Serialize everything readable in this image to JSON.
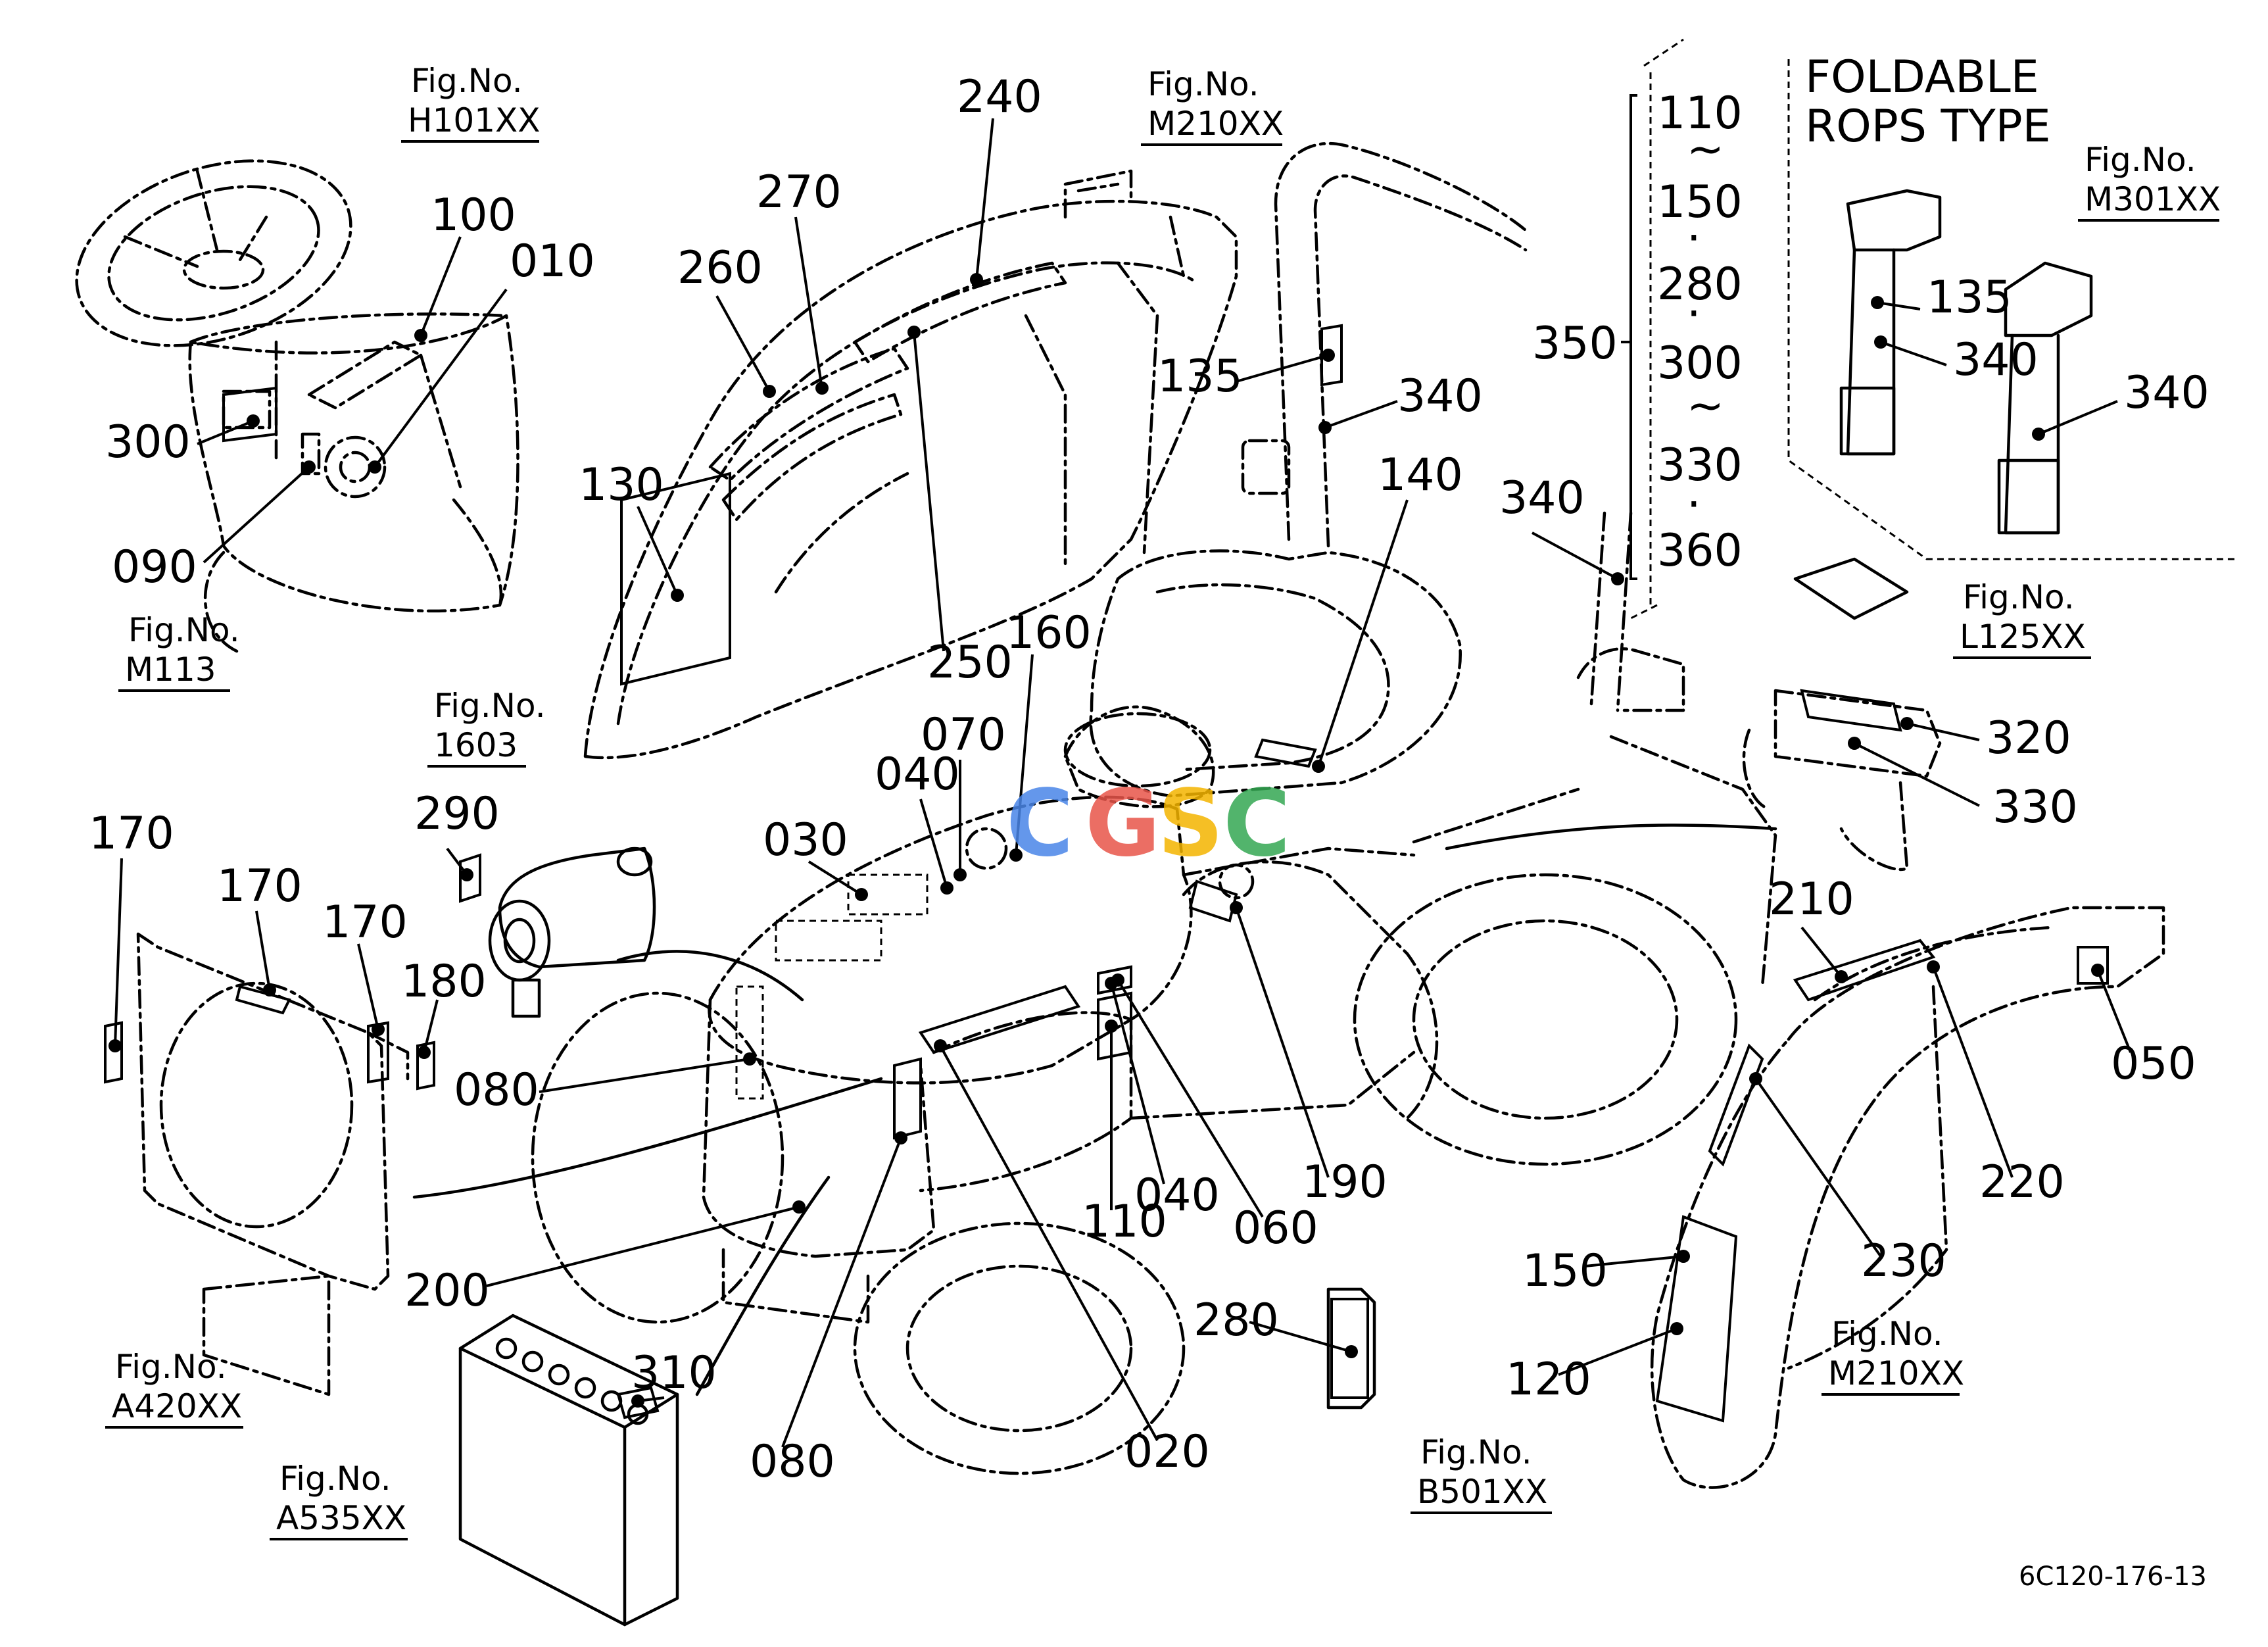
{
  "figure_refs": {
    "h101": {
      "prefix": "Fig.No.",
      "id": "H101XX"
    },
    "m210_top": {
      "prefix": "Fig.No.",
      "id": "M210XX"
    },
    "m301": {
      "prefix": "Fig.No.",
      "id": "M301XX"
    },
    "m113": {
      "prefix": "Fig.No.",
      "id": "M113"
    },
    "f1603": {
      "prefix": "Fig.No.",
      "id": "1603"
    },
    "l125": {
      "prefix": "Fig.No.",
      "id": "L125XX"
    },
    "a420": {
      "prefix": "Fig.No.",
      "id": "A420XX"
    },
    "a535": {
      "prefix": "Fig.No.",
      "id": "A535XX"
    },
    "b501": {
      "prefix": "Fig.No.",
      "id": "B501XX"
    },
    "m210_bottom": {
      "prefix": "Fig.No.",
      "id": "M210XX"
    }
  },
  "inset": {
    "title_line1": "FOLDABLE",
    "title_line2": "ROPS  TYPE"
  },
  "range_list": [
    "110",
    "~",
    "150",
    "·",
    "280",
    "·",
    "300",
    "~",
    "330",
    "·",
    "360"
  ],
  "range_label": "350",
  "watermark": {
    "letters": [
      "C",
      "G",
      "S",
      "C"
    ],
    "colors": [
      "#4a86e8",
      "#e8554a",
      "#f4b400",
      "#34a853"
    ]
  },
  "part_labels": [
    "010",
    "020",
    "030",
    "040",
    "040",
    "050",
    "060",
    "070",
    "080",
    "080",
    "090",
    "100",
    "110",
    "110",
    "120",
    "130",
    "135",
    "135",
    "140",
    "150",
    "160",
    "170",
    "170",
    "170",
    "180",
    "190",
    "200",
    "210",
    "220",
    "230",
    "240",
    "250",
    "260",
    "270",
    "280",
    "290",
    "300",
    "310",
    "320",
    "330",
    "340",
    "340",
    "340",
    "340"
  ],
  "drawing_code": "6C120-176-13"
}
